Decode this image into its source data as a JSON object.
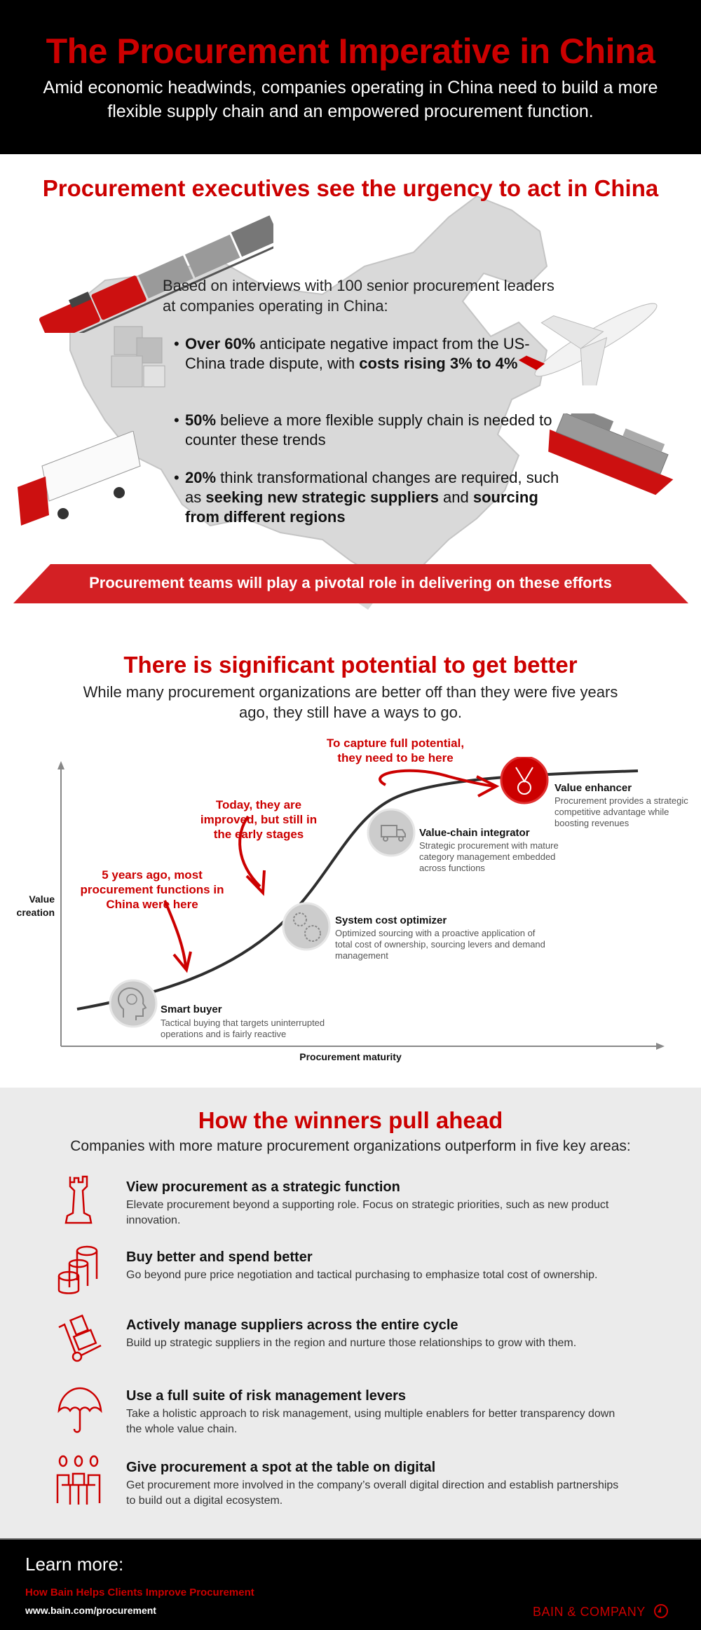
{
  "header": {
    "title": "The Procurement Imperative in China",
    "subtitle": "Amid economic headwinds, companies operating in China need to build a more flexible supply chain and an empowered procurement function."
  },
  "urgency": {
    "title": "Procurement executives see the urgency to act in China",
    "intro": "Based on interviews with 100 senior procurement leaders at companies operating in China:",
    "bullets": [
      {
        "b1": "Over 60%",
        "t1": " anticipate negative impact from the US-China trade dispute, with ",
        "b2": "costs rising 3% to 4%",
        "t2": ""
      },
      {
        "b1": "50%",
        "t1": " believe a more flexible supply chain is needed to counter these trends",
        "b2": "",
        "t2": ""
      },
      {
        "b1": "20%",
        "t1": " think transformational changes are required, such as ",
        "b2": "seeking new strategic suppliers",
        "t2": " and ",
        "b3": "sourcing from different regions"
      }
    ],
    "banner": "Procurement teams will play a pivotal role in delivering on these efforts",
    "illustrations": [
      "freight-train",
      "cargo-boxes",
      "airplane",
      "truck",
      "container-ship",
      "china-map"
    ]
  },
  "potential": {
    "title": "There is significant potential to get better",
    "subtitle": "While many procurement organizations are better off than they were five years ago, they still have a ways to go.",
    "y_axis": "Value creation",
    "x_axis": "Procurement maturity",
    "annotations": {
      "past": "5 years ago, most procurement functions in China were here",
      "today": "Today, they are improved, but still in the early stages",
      "target": "To capture full potential, they need to be here"
    },
    "stages": [
      {
        "title": "Smart buyer",
        "desc": "Tactical buying that targets uninterrupted operations and is fairly reactive",
        "icon": "head-compass-icon"
      },
      {
        "title": "System cost optimizer",
        "desc": "Optimized sourcing with a proactive application of total cost of ownership, sourcing levers and demand management",
        "icon": "gears-icon"
      },
      {
        "title": "Value-chain integrator",
        "desc": "Strategic procurement with mature category management embedded across functions",
        "icon": "delivery-truck-icon"
      },
      {
        "title": "Value enhancer",
        "desc": "Procurement provides a strategic competitive advantage while boosting revenues",
        "icon": "medal-icon"
      }
    ]
  },
  "winners": {
    "title": "How the winners pull ahead",
    "subtitle": "Companies with more mature procurement organizations outperform in five key areas:",
    "areas": [
      {
        "title": "View procurement as a strategic function",
        "desc": "Elevate procurement beyond a supporting role. Focus on strategic priorities, such as new product innovation.",
        "icon": "chess-rook-icon"
      },
      {
        "title": "Buy better and spend better",
        "desc": "Go beyond pure price negotiation and tactical purchasing to emphasize total cost of ownership.",
        "icon": "coin-stacks-icon"
      },
      {
        "title": "Actively manage suppliers across the entire cycle",
        "desc": "Build up strategic suppliers in the region and nurture those relationships to grow with them.",
        "icon": "hand-truck-icon"
      },
      {
        "title": "Use a full suite of risk management levers",
        "desc": "Take a holistic approach to risk management, using multiple enablers for better transparency down the whole value chain.",
        "icon": "umbrella-icon"
      },
      {
        "title": "Give procurement a spot at the table on digital",
        "desc": "Get procurement more involved in the company’s overall digital direction and establish partnerships to build out a digital ecosystem.",
        "icon": "meeting-table-icon"
      }
    ]
  },
  "footer": {
    "learn_more": "Learn more:",
    "link_text": "How Bain Helps Clients Improve Procurement",
    "url": "www.bain.com/procurement",
    "brand": "BAIN & COMPANY"
  },
  "colors": {
    "accent_red": "#cc0000",
    "banner_red": "#d32024",
    "section_gray": "#ebebeb",
    "map_gray": "#d9d9d9",
    "black": "#000000"
  }
}
